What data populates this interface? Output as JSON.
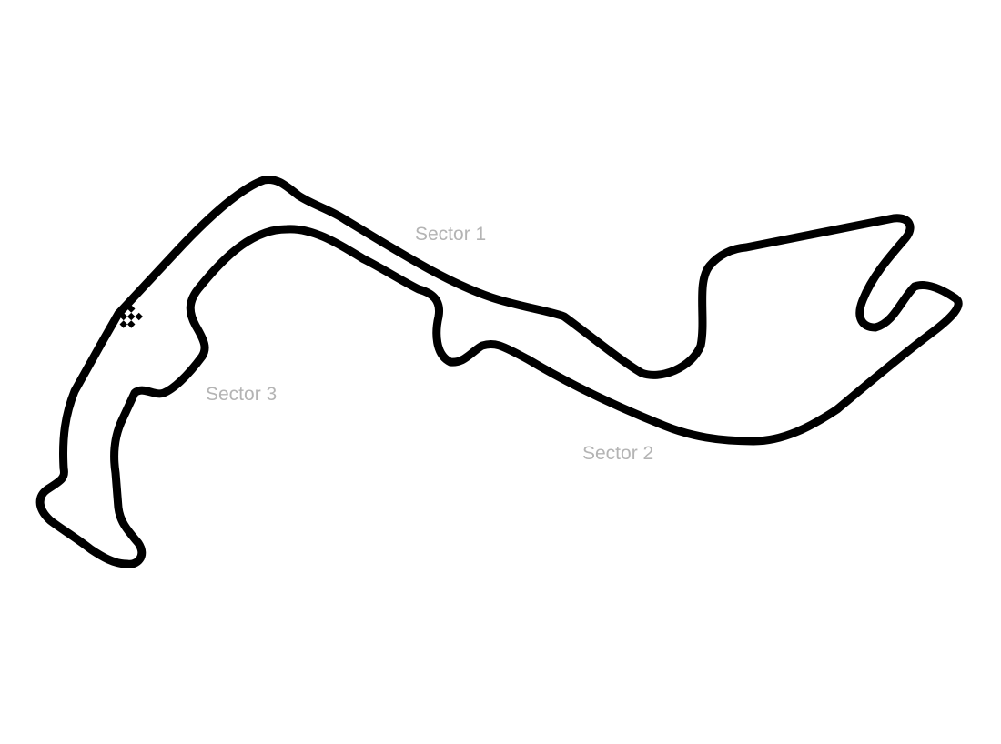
{
  "map": {
    "colors": {
      "background": "#ffffff",
      "track": "#000000",
      "sector_label": "#b4b4b4"
    },
    "sectors": [
      {
        "label": "Sector 1"
      },
      {
        "label": "Sector 2"
      },
      {
        "label": "Sector 3"
      }
    ],
    "start_finish_icon": "checkered-flag-icon"
  }
}
